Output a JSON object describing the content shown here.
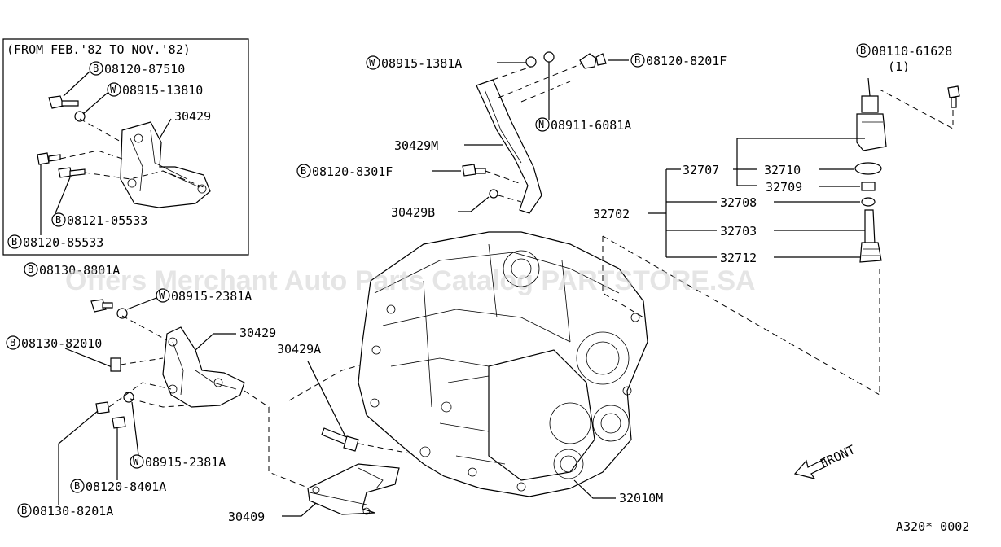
{
  "inset": {
    "title": "(FROM FEB.'82 TO NOV.'82)"
  },
  "parts": {
    "p08120_87510": "08120-87510",
    "p08915_13810": "08915-13810",
    "p30429_top": "30429",
    "p08121_05533": "08121-05533",
    "p08120_85533": "08120-85533",
    "p08130_8801A": "08130-8801A",
    "p08915_2381A_a": "08915-2381A",
    "p08130_82010": "08130-82010",
    "p30429_mid": "30429",
    "p30429A": "30429A",
    "p08915_2381A_b": "08915-2381A",
    "p08120_8401A": "08120-8401A",
    "p08130_8201A": "08130-8201A",
    "p30409": "30409",
    "p32010M": "32010M",
    "p08915_1381A": "08915-1381A",
    "p08120_8201F": "08120-8201F",
    "p08911_6081A": "08911-6081A",
    "p30429M": "30429M",
    "p08120_8301F": "08120-8301F",
    "p30429B": "30429B",
    "p08110_61628": "08110-61628",
    "qty_1": "(1)",
    "p32707": "32707",
    "p32710": "32710",
    "p32709": "32709",
    "p32708": "32708",
    "p32702": "32702",
    "p32703": "32703",
    "p32712": "32712"
  },
  "prefix": {
    "bolt": "B",
    "washer": "W",
    "nut": "N"
  },
  "front_label": "FRONT",
  "watermark": "Offers Merchant Auto Parts Catalog PARTSTORE.SA",
  "diagram_code": "A320* 0002"
}
